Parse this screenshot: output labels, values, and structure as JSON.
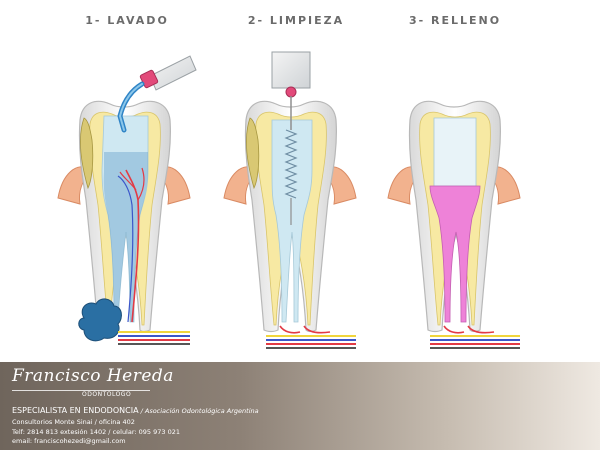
{
  "steps": [
    {
      "label": "1- LAVADO"
    },
    {
      "label": "2- LIMPIEZA"
    },
    {
      "label": "3- RELLENO"
    }
  ],
  "footer": {
    "name": "Francisco Hereda",
    "title": "ODONTOLOGO",
    "specialty": "ESPECIALISTA EN ENDODONCIA",
    "association": " / Asociación Odontológica Argentina",
    "address": "Consultorios Monte Sinai / oficina 402",
    "phone": "Telf: 2814 813 extesión 1402 / celular: 095 973 021",
    "email": "email: franciscohezedi@gmail.com"
  },
  "colors": {
    "enamel": "#f7f1df",
    "dentin": "#f7e9a3",
    "pulp_wash": "#cfe8f2",
    "irrigant": "#4d90c2",
    "filling": "#ee82d8",
    "gum": "#f2b28e",
    "infection": "#2a6fa3",
    "nerve_red": "#e23a45",
    "nerve_blue": "#3b56c9",
    "nerve_yellow": "#f0d53c"
  }
}
